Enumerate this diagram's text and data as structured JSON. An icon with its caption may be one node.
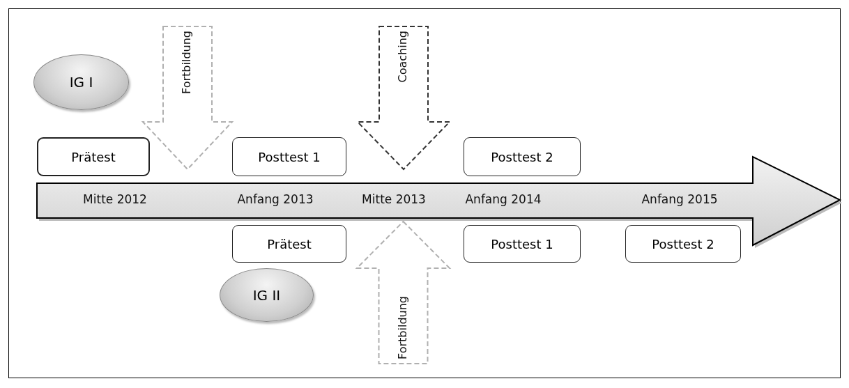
{
  "diagram": {
    "nodes": [
      {
        "text": [
          "IG I"
        ]
      },
      {
        "text": [
          "Fortbildung"
        ]
      },
      {
        "text": [
          "Coaching"
        ]
      },
      {
        "text": [
          "Prätest"
        ]
      },
      {
        "text": [
          "Posttest 1"
        ]
      },
      {
        "text": [
          "Posttest 2"
        ]
      },
      {
        "text": [
          "Mitte 2012",
          "Anfang 2013",
          "Mitte 2013",
          "Anfang 2014",
          "Anfang 2015"
        ]
      },
      {
        "text": [
          "Prätest"
        ]
      },
      {
        "text": [
          "Posttest 1"
        ]
      },
      {
        "text": [
          "Posttest 2"
        ]
      },
      {
        "text": [
          "Fortbildung"
        ]
      },
      {
        "text": [
          "IG II"
        ]
      }
    ],
    "edges": []
  }
}
